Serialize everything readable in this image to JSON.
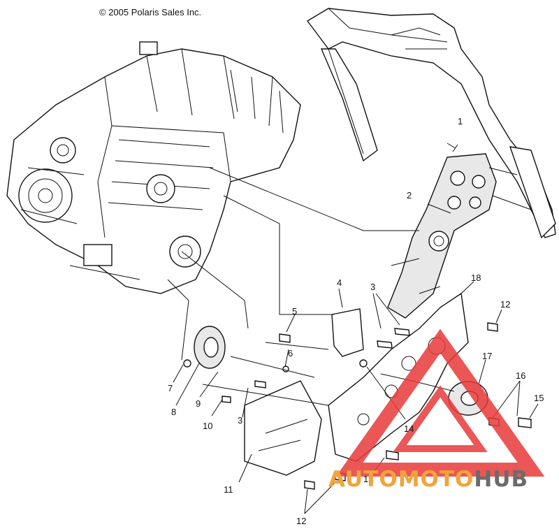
{
  "copyright": "© 2005 Polaris Sales Inc.",
  "callouts": [
    "1",
    "2",
    "3",
    "4",
    "5",
    "6",
    "7",
    "8",
    "9",
    "10",
    "3",
    "11",
    "12",
    "12",
    "13",
    "14",
    "16",
    "15",
    "17",
    "18"
  ],
  "watermark": {
    "part1": "AUTOMOTO",
    "part2": "HUB",
    "color1": "#f2a33a",
    "color2": "#6b6b6b",
    "triangle_color": "#e8393a"
  }
}
